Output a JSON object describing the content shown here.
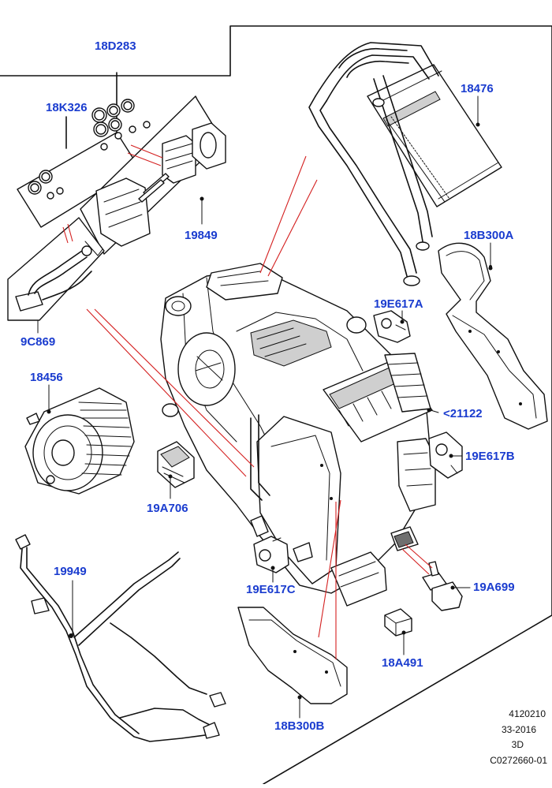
{
  "diagram": {
    "colors": {
      "label": "#1a3ccf",
      "callout_line": "#d42020",
      "outline": "#111111"
    },
    "labels": {
      "p18D283": "18D283",
      "p18K326": "18K326",
      "p19849": "19849",
      "p9C869": "9C869",
      "p18476": "18476",
      "p18B300A": "18B300A",
      "p19E617A": "19E617A",
      "p21122": "<21122",
      "p18456": "18456",
      "p19E617B": "19E617B",
      "p19A706": "19A706",
      "p19949": "19949",
      "p19E617C": "19E617C",
      "p19A699": "19A699",
      "p18A491": "18A491",
      "p18B300B": "18B300B"
    },
    "reference": {
      "line1": "4120210",
      "line2": "33-2016",
      "line3": "3D",
      "line4": "C0272660-01"
    }
  }
}
